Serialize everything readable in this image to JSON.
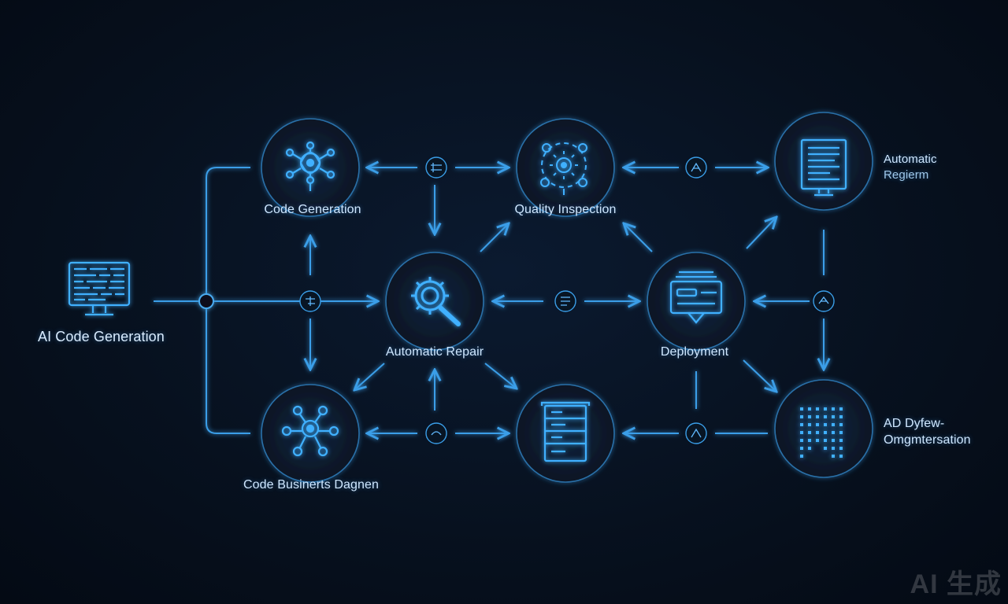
{
  "colors": {
    "accent": "#33a8ff",
    "ring": "#1b4a78",
    "line": "#3a9ee8",
    "background": "#06101d"
  },
  "nodes": {
    "ai_code_generation": {
      "label": "AI Code Generation",
      "icon": "monitor-code-icon"
    },
    "code_generation": {
      "label": "Code Generation",
      "icon": "network-nodes-icon"
    },
    "quality_inspection": {
      "label": "Quality Inspection",
      "icon": "gear-cluster-icon"
    },
    "automatic_regierm": {
      "label_line1": "Automatic",
      "label_line2": "Regierm",
      "icon": "document-monitor-icon"
    },
    "automatic_repair": {
      "label": "Automatic Repair",
      "icon": "gear-magnifier-icon"
    },
    "deployment": {
      "label": "Deployment",
      "icon": "server-panel-icon"
    },
    "code_business_diagram": {
      "label": "Code Businerts Dagnen",
      "icon": "network-nodes-icon"
    },
    "database": {
      "icon": "database-stack-icon"
    },
    "ad_dyfew": {
      "label_line1": "AD Dyfew-",
      "label_line2": "Omgmtersation",
      "icon": "pixel-grid-icon"
    }
  },
  "watermark": "AI 生成"
}
